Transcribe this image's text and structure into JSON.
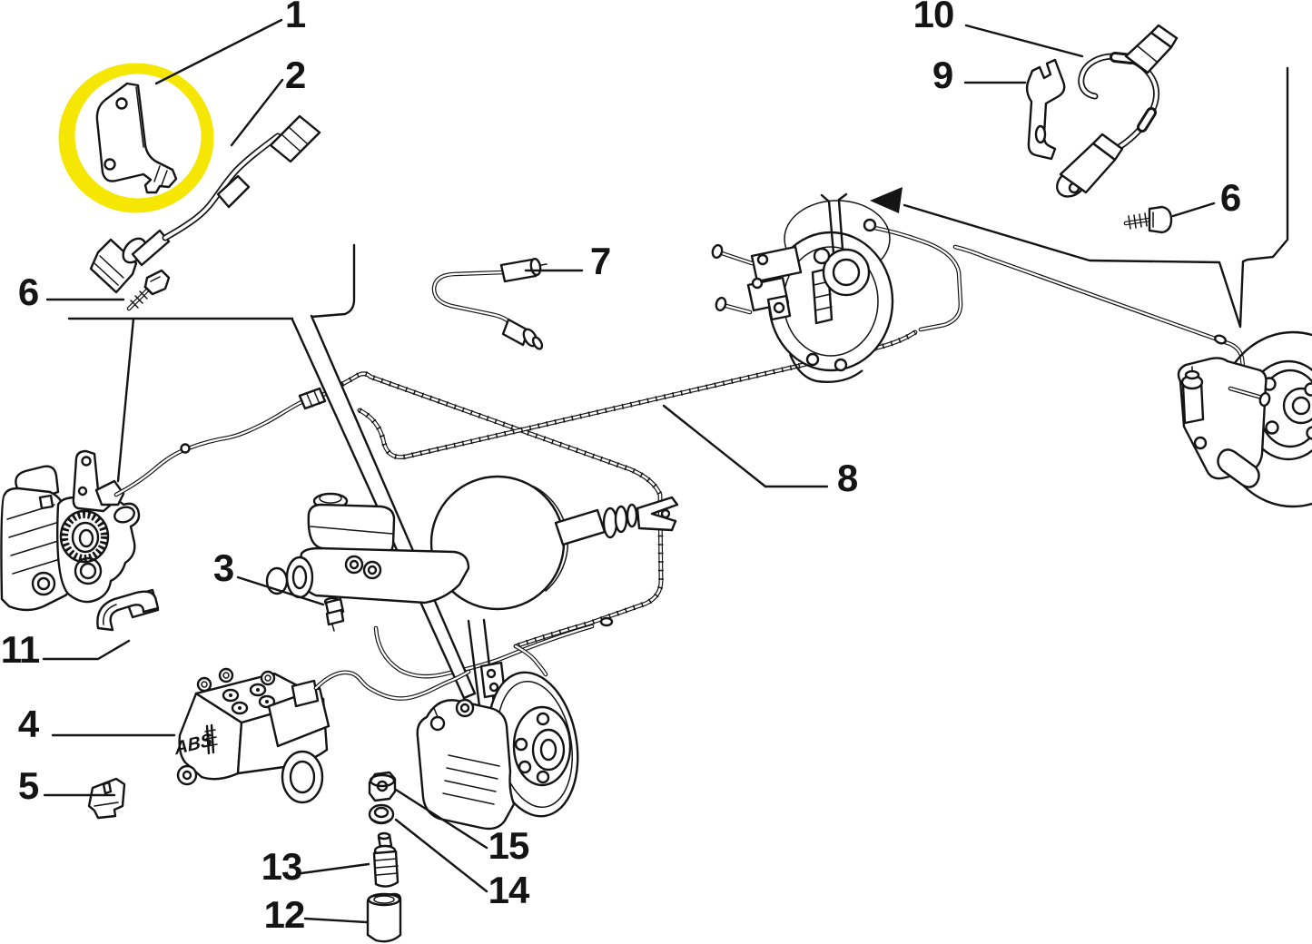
{
  "figure": {
    "type": "exploded-parts-diagram",
    "subject": "ABS anti-lock brake system components and brake pipes",
    "highlight_color": "#f5e603",
    "line_color": "#141414",
    "background_color": "#ffffff"
  },
  "abs_label": "ABS",
  "callouts": {
    "n1": "1",
    "n2": "2",
    "n3": "3",
    "n4": "4",
    "n5": "5",
    "n6_left": "6",
    "n6_right": "6",
    "n7": "7",
    "n8": "8",
    "n9": "9",
    "n10": "10",
    "n11": "11",
    "n12": "12",
    "n13": "13",
    "n14": "14",
    "n15": "15"
  }
}
